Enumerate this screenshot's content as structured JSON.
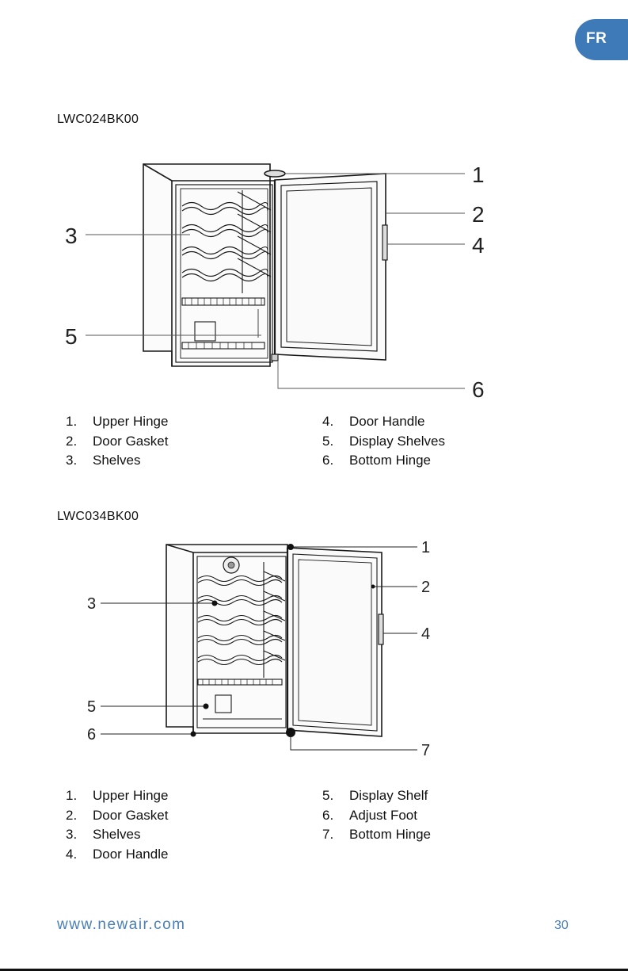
{
  "lang_tab": "FR",
  "section1": {
    "model": "LWC024BK00",
    "callouts": [
      "1",
      "2",
      "4",
      "3",
      "5",
      "6"
    ],
    "parts_left": [
      {
        "num": "1.",
        "label": "Upper Hinge"
      },
      {
        "num": "2.",
        "label": "Door Gasket"
      },
      {
        "num": "3.",
        "label": "Shelves"
      }
    ],
    "parts_right": [
      {
        "num": "4.",
        "label": "Door Handle"
      },
      {
        "num": "5.",
        "label": "Display Shelves"
      },
      {
        "num": "6.",
        "label": "Bottom Hinge"
      }
    ]
  },
  "section2": {
    "model": "LWC034BK00",
    "callouts": [
      "1",
      "2",
      "4",
      "7",
      "3",
      "5",
      "6"
    ],
    "parts_left": [
      {
        "num": "1.",
        "label": "Upper Hinge"
      },
      {
        "num": "2.",
        "label": "Door Gasket"
      },
      {
        "num": "3.",
        "label": "Shelves"
      },
      {
        "num": "4.",
        "label": "Door Handle"
      }
    ],
    "parts_right": [
      {
        "num": "5.",
        "label": "Display Shelf"
      },
      {
        "num": "6.",
        "label": "Adjust Foot"
      },
      {
        "num": "7.",
        "label": "Bottom Hinge"
      }
    ]
  },
  "footer": {
    "url": "www.newair.com",
    "page": "30"
  }
}
